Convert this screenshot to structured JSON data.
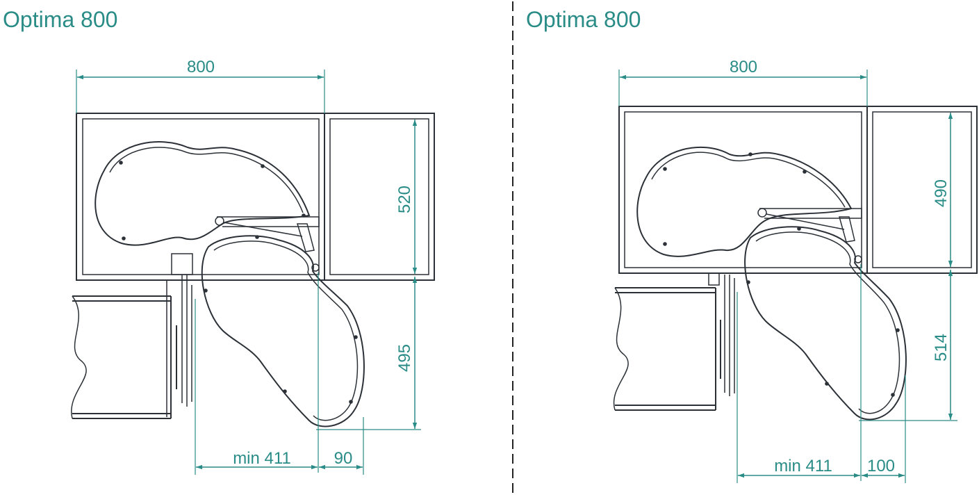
{
  "colors": {
    "teal": "#2a8c87",
    "line": "#2b3137",
    "background": "#ffffff"
  },
  "left": {
    "title": "Optima 800",
    "width_label": "800",
    "depth_back_label": "520",
    "depth_front_label": "495",
    "min_label": "min 411",
    "offset_label": "90"
  },
  "right": {
    "title": "Optima 800",
    "width_label": "800",
    "depth_back_label": "490",
    "depth_front_label": "514",
    "min_label": "min 411",
    "offset_label": "100"
  }
}
